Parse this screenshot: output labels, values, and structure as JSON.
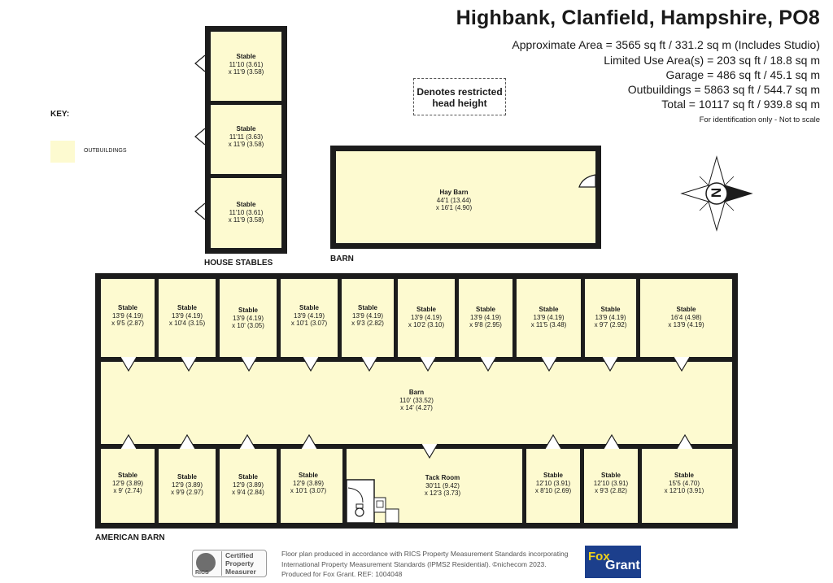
{
  "header": {
    "title": "Highbank, Clanfield, Hampshire, PO8",
    "area_lines": [
      "Approximate Area = 3565 sq ft / 331.2 sq m (Includes Studio)",
      "Limited Use Area(s) = 203 sq ft / 18.8 sq m",
      "Garage = 486 sq ft / 45.1 sq m",
      "Outbuildings = 5863 sq ft / 544.7 sq m",
      "Total = 10117 sq ft / 939.8 sq m"
    ],
    "note": "For identification only - Not to scale"
  },
  "restricted": {
    "line1": "Denotes restricted",
    "line2": "head height"
  },
  "key": {
    "title": "KEY:",
    "item": "OUTBUILDINGS",
    "color": "#fdfad0"
  },
  "house_stables": {
    "caption": "HOUSE STABLES",
    "rooms": [
      {
        "name": "Stable",
        "d1": "11'10 (3.61)",
        "d2": "x 11'9 (3.58)"
      },
      {
        "name": "Stable",
        "d1": "11'11 (3.63)",
        "d2": "x 11'9 (3.58)"
      },
      {
        "name": "Stable",
        "d1": "11'10 (3.61)",
        "d2": "x 11'9 (3.58)"
      }
    ]
  },
  "hay_barn": {
    "caption": "BARN",
    "name": "Hay Barn",
    "d1": "44'1 (13.44)",
    "d2": "x 16'1 (4.90)"
  },
  "american_barn": {
    "caption": "AMERICAN BARN",
    "top_rooms": [
      {
        "name": "Stable",
        "d1": "13'9 (4.19)",
        "d2": "x 9'5 (2.87)"
      },
      {
        "name": "Stable",
        "d1": "13'9 (4.19)",
        "d2": "x 10'4 (3.15)"
      },
      {
        "name": "Stable",
        "d1": "13'9 (4.19)",
        "d2": "x 10' (3.05)"
      },
      {
        "name": "Stable",
        "d1": "13'9 (4.19)",
        "d2": "x 10'1 (3.07)"
      },
      {
        "name": "Stable",
        "d1": "13'9 (4.19)",
        "d2": "x 9'3 (2.82)"
      },
      {
        "name": "Stable",
        "d1": "13'9 (4.19)",
        "d2": "x 10'2 (3.10)"
      },
      {
        "name": "Stable",
        "d1": "13'9 (4.19)",
        "d2": "x 9'8 (2.95)"
      },
      {
        "name": "Stable",
        "d1": "13'9 (4.19)",
        "d2": "x 11'5 (3.48)"
      },
      {
        "name": "Stable",
        "d1": "13'9 (4.19)",
        "d2": "x 9'7 (2.92)"
      },
      {
        "name": "Stable",
        "d1": "16'4 (4.98)",
        "d2": "x 13'9 (4.19)"
      }
    ],
    "corridor": {
      "name": "Barn",
      "d1": "110' (33.52)",
      "d2": "x 14' (4.27)"
    },
    "bottom_rooms": [
      {
        "name": "Stable",
        "d1": "12'9 (3.89)",
        "d2": "x 9' (2.74)"
      },
      {
        "name": "Stable",
        "d1": "12'9 (3.89)",
        "d2": "x 9'9 (2.97)"
      },
      {
        "name": "Stable",
        "d1": "12'9 (3.89)",
        "d2": "x 9'4 (2.84)"
      },
      {
        "name": "Stable",
        "d1": "12'9 (3.89)",
        "d2": "x 10'1 (3.07)"
      },
      {
        "name": "Tack Room",
        "d1": "30'11 (9.42)",
        "d2": "x 12'3 (3.73)"
      },
      {
        "name": "Stable",
        "d1": "12'10 (3.91)",
        "d2": "x 8'10 (2.69)"
      },
      {
        "name": "Stable",
        "d1": "12'10 (3.91)",
        "d2": "x 9'3 (2.82)"
      },
      {
        "name": "Stable",
        "d1": "15'5 (4.70)",
        "d2": "x 12'10 (3.91)"
      }
    ]
  },
  "compass": {
    "letter": "N"
  },
  "footer": {
    "rics_label": "RICS",
    "cert_line1": "Certified",
    "cert_line2": "Property",
    "cert_line3": "Measurer",
    "text1": "Floor plan produced in accordance with RICS Property Measurement Standards incorporating",
    "text2": "International Property Measurement Standards (IPMS2 Residential).  ©nichecom 2023.",
    "text3": "Produced for Fox Grant.   REF: 1004048",
    "logo_top": "Fox",
    "logo_bottom": "Grant",
    "logo_color": "#1c3f8c",
    "logo_accent": "#f1d21b"
  }
}
